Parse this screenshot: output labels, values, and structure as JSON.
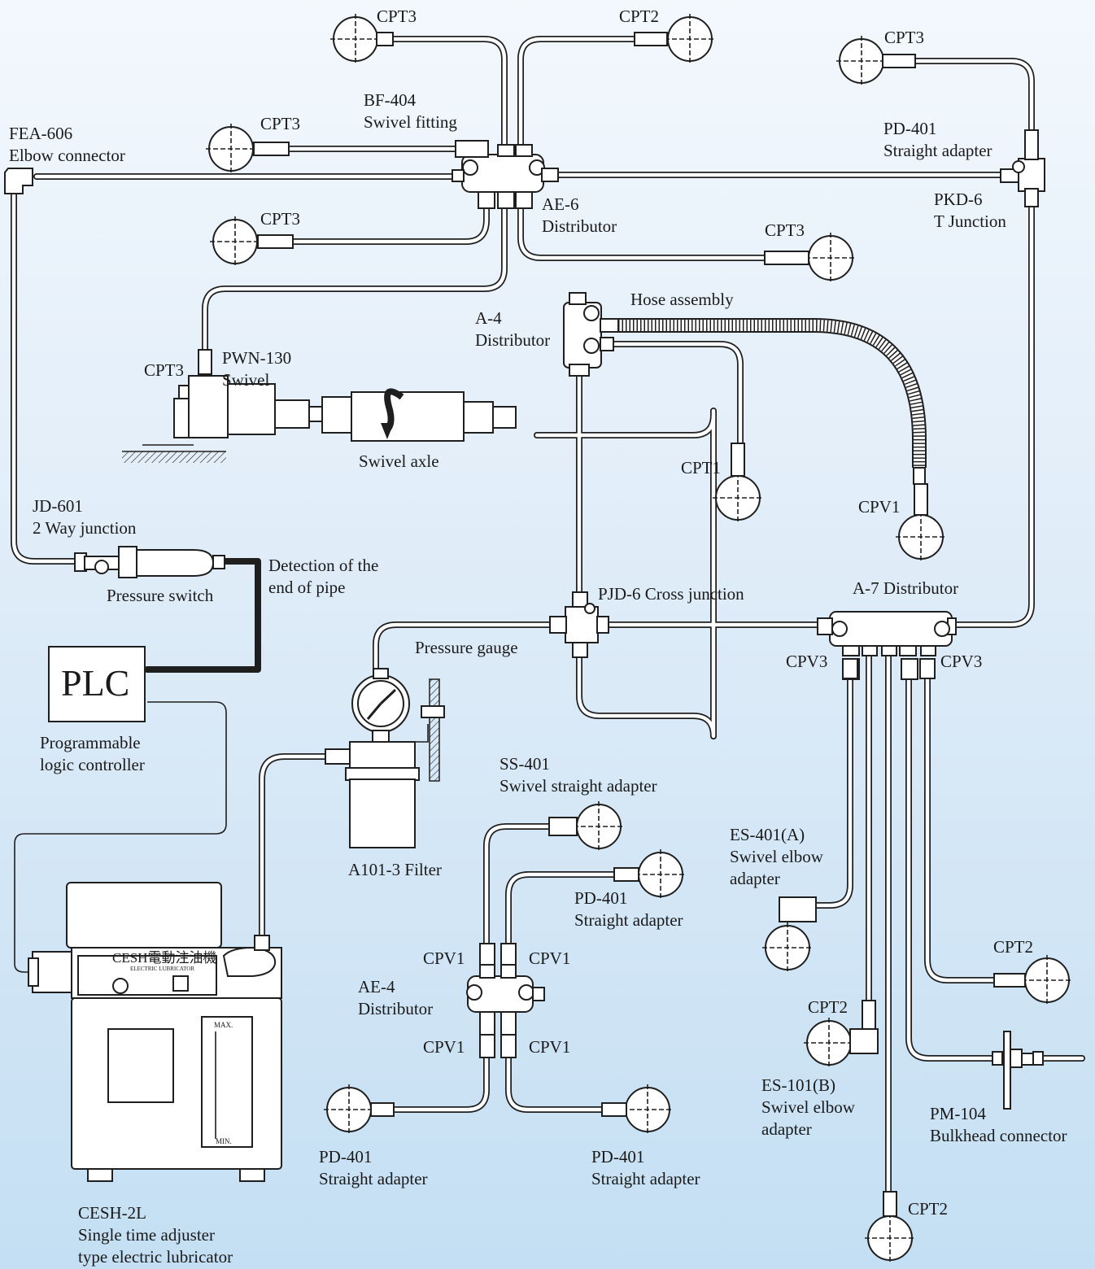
{
  "colors": {
    "background_top": "#f3f8fd",
    "background_bottom": "#c4dff3",
    "line": "#1f1f1f"
  },
  "labels": {
    "cpt3_top_left": "CPT3",
    "cpt2_top": "CPT2",
    "cpt3_top_right": "CPT3",
    "bf404_code": "BF-404",
    "bf404_name": "Swivel fitting",
    "fea606_code": "FEA-606",
    "fea606_name": "Elbow connector",
    "cpt3_mid_left": "CPT3",
    "pd401_top_code": "PD-401",
    "pd401_top_name": "Straight adapter",
    "pkd6_code": "PKD-6",
    "pkd6_name": "T Junction",
    "ae6_code": "AE-6",
    "ae6_name": "Distributor",
    "cpt3_lower_left": "CPT3",
    "cpt3_lower_right": "CPT3",
    "hose_assembly": "Hose assembly",
    "a4_code": "A-4",
    "a4_name": "Distributor",
    "cpt3_swivel": "CPT3",
    "pwn130_code": "PWN-130",
    "pwn130_name": "Swivel",
    "cpt1": "CPT1",
    "cpv1_hose": "CPV1",
    "swivel_axle": "Swivel axle",
    "jd601_code": "JD-601",
    "jd601_name": "2 Way junction",
    "detection_line1": "Detection of the",
    "detection_line2": "end of pipe",
    "pressure_switch": "Pressure switch",
    "pjd6": "PJD-6 Cross junction",
    "a7": "A-7 Distributor",
    "pressure_gauge": "Pressure gauge",
    "cpv3_left": "CPV3",
    "cpv3_right": "CPV3",
    "plc_box": "PLC",
    "plc_line1": "Programmable",
    "plc_line2": "logic controller",
    "ss401_code": "SS-401",
    "ss401_name": "Swivel straight adapter",
    "es401_line1": "ES-401(A)",
    "es401_line2": "Swivel elbow",
    "es401_line3": "adapter",
    "pd401_mid_code": "PD-401",
    "pd401_mid_name": "Straight adapter",
    "a101_filter": "A101-3 Filter",
    "cpt2_right": "CPT2",
    "cpv1_tl": "CPV1",
    "cpv1_tr": "CPV1",
    "ae4_code": "AE-4",
    "ae4_name": "Distributor",
    "cpt2_es101": "CPT2",
    "cpv1_bl": "CPV1",
    "cpv1_br": "CPV1",
    "es101_line1": "ES-101(B)",
    "es101_line2": "Swivel elbow",
    "es101_line3": "adapter",
    "pm104_code": "PM-104",
    "pm104_name": "Bulkhead connector",
    "pd401_bl_code": "PD-401",
    "pd401_bl_name": "Straight adapter",
    "pd401_br_code": "PD-401",
    "pd401_br_name": "Straight adapter",
    "cpt2_bottom": "CPT2",
    "cesh_line1": "CESH-2L",
    "cesh_line2": "Single time adjuster",
    "cesh_line3": "type electric lubricator",
    "lubricator_brand": "CESH電動注油機",
    "lubricator_sub": "ELECTRIC LUBRICATOR",
    "lubricator_max": "MAX.",
    "lubricator_min": "MIN."
  }
}
